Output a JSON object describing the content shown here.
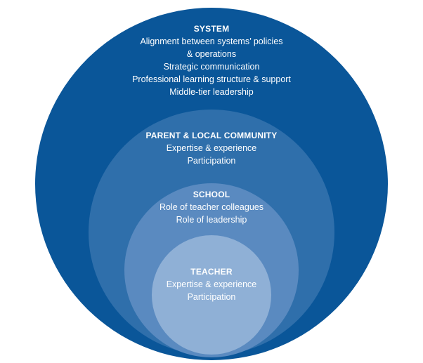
{
  "colors": {
    "system": "#0a5699",
    "community": "#2f6fab",
    "school": "#5a8ac0",
    "teacher": "#8fb0d6",
    "text": "#ffffff"
  },
  "system": {
    "title": "SYSTEM",
    "lines": [
      "Alignment between systems’ policies",
      "& operations",
      "Strategic communication",
      "Professional learning structure & support",
      "Middle-tier leadership"
    ]
  },
  "community": {
    "title": "PARENT & LOCAL COMMUNITY",
    "lines": [
      "Expertise & experience",
      "Participation"
    ]
  },
  "school": {
    "title": "SCHOOL",
    "lines": [
      "Role of teacher colleagues",
      "Role of leadership"
    ]
  },
  "teacher": {
    "title": "TEACHER",
    "lines": [
      "Expertise & experience",
      "Participation"
    ]
  }
}
